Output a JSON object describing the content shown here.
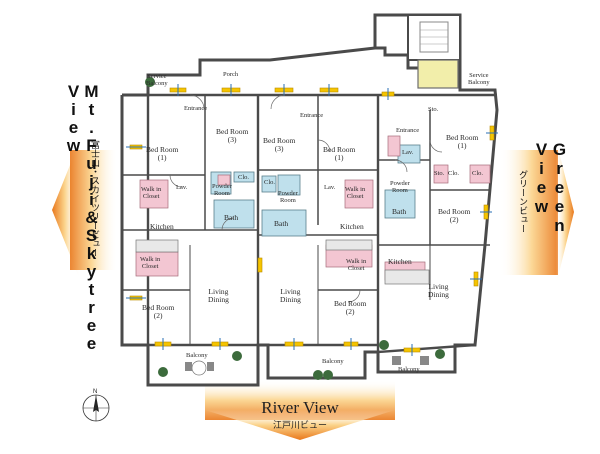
{
  "views": {
    "left_title": "Mt.Fuji&Skytree View",
    "left_sub": "富士山・スカイツリービュー",
    "right_title": "Green View",
    "right_sub": "グリーンビュー",
    "bottom_title": "River View",
    "bottom_sub": "江戸川ビュー"
  },
  "colors": {
    "arrow_light": "#fbd38a",
    "arrow_dark": "#e9781c",
    "wall": "#4a4a4a",
    "bath": "#bfe0ec",
    "closet": "#f3c6d2",
    "highlight": "#f2eeaa",
    "window": "#f5c400"
  },
  "rooms": {
    "service_balcony_left": "Service\nBalcony",
    "porch": "Porch",
    "entrance_a": "Entrance",
    "bedroom1_a": "Bed Room\n(1)",
    "bedroom3_a": "Bed Room\n(3)",
    "clo_a": "Clo.",
    "powder_a": "Powder\nRoom",
    "lav_a": "Lav.",
    "walkin_a": "Walk in\nCloset",
    "bath_a": "Bath",
    "kitchen_a": "Kitchen",
    "walkin_a2": "Walk in\nCloset",
    "living_a": "Living\nDining",
    "bedroom2_a": "Bed Room\n(2)",
    "balcony_a": "Balcony",
    "entrance_b": "Entrance",
    "bedroom3_b": "Bed Room\n(3)",
    "bedroom1_b": "Bed Room\n(1)",
    "clo_b": "Clo.",
    "powder_b": "Powder\nRoom",
    "lav_b": "Lav.",
    "walkin_b": "Walk in\nCloset",
    "bath_b": "Bath",
    "kitchen_b": "Kitchen",
    "walkin_b2": "Walk in\nCloset",
    "living_b": "Living\nDining",
    "bedroom2_b": "Bed Room\n(2)",
    "balcony_b": "Balcony",
    "service_balcony_right": "Service\nBalcony",
    "entrance_c": "Entrance",
    "sto": "Sto.",
    "bedroom1_c": "Bed Room\n(1)",
    "lav_c": "Lav.",
    "powder_c": "Powder\nRoom",
    "sto_c": "Sto.",
    "clo_c": "Clo.",
    "clo_c2": "Clo.",
    "bath_c": "Bath",
    "bedroom2_c": "Bed Room\n(2)",
    "kitchen_c": "Kitchen",
    "living_c": "Living\nDining",
    "balcony_c": "Balcony"
  }
}
